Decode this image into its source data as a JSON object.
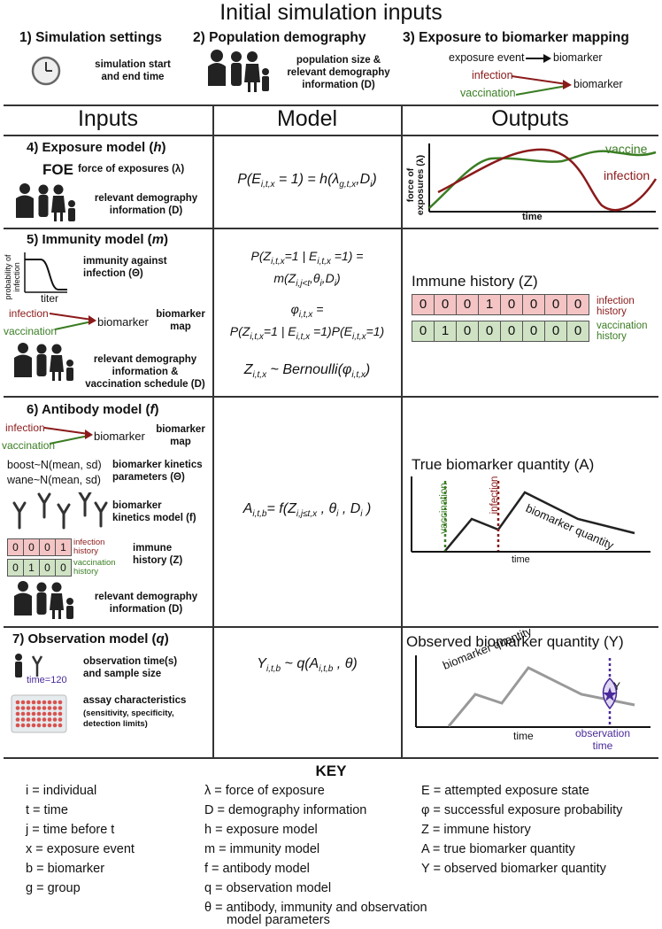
{
  "title": "Initial simulation inputs",
  "top": {
    "s1": {
      "heading": "1) Simulation settings",
      "text": "simulation start\nand end time"
    },
    "s2": {
      "heading": "2) Population demography",
      "text": "population size &\nrelevant demography\ninformation (D)"
    },
    "s3": {
      "heading": "3) Exposure to biomarker mapping",
      "exposure_event": "exposure event",
      "biomarker1": "biomarker",
      "infection": "infection",
      "vaccination": "vaccination",
      "biomarker2": "biomarker"
    }
  },
  "columns": {
    "inputs": "Inputs",
    "model": "Model",
    "outputs": "Outputs"
  },
  "row4": {
    "heading": "4) Exposure model (",
    "letter": "h",
    "foe": "FOE",
    "foe_text": "force of exposures (λ)",
    "demo_text": "relevant demography\ninformation (D)",
    "chart_ylabel": "force of\nexposures (λ)",
    "chart_xlabel": "time",
    "vaccine_label": "vaccine",
    "infection_label": "infection"
  },
  "row5": {
    "heading": "5) Immunity model (",
    "letter": "m",
    "prob_label": "probability of\ninfection",
    "titer": "titer",
    "immunity_text": "immunity against\ninfection (Θ)",
    "infection": "infection",
    "vaccination": "vaccination",
    "biomarker": "biomarker",
    "biomarker_map": "biomarker\nmap",
    "demo_text": "relevant demography\ninformation &\nvaccination schedule (D)",
    "immune_history_title": "Immune history (Z)",
    "infection_history": [
      0,
      0,
      0,
      1,
      0,
      0,
      0,
      0
    ],
    "vaccination_history": [
      0,
      1,
      0,
      0,
      0,
      0,
      0,
      0
    ],
    "infection_history_label": "infection\nhistory",
    "vaccination_history_label": "vaccination\nhistory"
  },
  "row6": {
    "heading": "6) Antibody model (",
    "letter": "f",
    "infection": "infection",
    "vaccination": "vaccination",
    "biomarker": "biomarker",
    "biomarker_map": "biomarker\nmap",
    "boost": "boost~N(mean, sd)",
    "wane": "wane~N(mean, sd)",
    "kinetics_params": "biomarker kinetics\nparameters (Θ)",
    "kinetics_model": "biomarker\nkinetics model (f)",
    "immune_history": "immune\nhistory (Z)",
    "small_infection": [
      0,
      0,
      0,
      1
    ],
    "small_vaccination": [
      0,
      1,
      0,
      0
    ],
    "small_infection_label": "infection\nhistory",
    "small_vaccination_label": "vaccination\nhistory",
    "demo_text": "relevant demography\ninformation (D)",
    "chart_title": "True biomarker quantity (A)",
    "chart_vaccination": "vaccination",
    "chart_infection": "infection",
    "chart_line_label": "biomarker quantity",
    "chart_xlabel": "time"
  },
  "row7": {
    "heading": "7) Observation model (",
    "letter": "q",
    "time_label": "time=120",
    "obs_text": "observation time(s)\nand sample size",
    "assay_title": "assay characteristics",
    "assay_sub": "(sensitivity, specificity,\ndetection limits)",
    "chart_title": "Observed biomarker quantity (Y)",
    "chart_line_label": "biomarker quantity",
    "chart_y": "Y",
    "chart_xlabel": "time",
    "obs_time": "observation\ntime"
  },
  "key": {
    "title": "KEY",
    "col1": [
      "i = individual",
      "t = time",
      "j = time before t",
      "x = exposure event",
      "b = biomarker",
      "g = group"
    ],
    "col2": [
      "λ = force of exposure",
      "D = demography information",
      "h = exposure model",
      "m = immunity model",
      "f = antibody model",
      "q = observation model",
      "θ = antibody, immunity and observation",
      "model parameters"
    ],
    "col3": [
      "E = attempted exposure state",
      "φ = successful exposure probability",
      "Z = immune history",
      "A = true biomarker quantity",
      "Y = observed biomarker quantity"
    ]
  }
}
